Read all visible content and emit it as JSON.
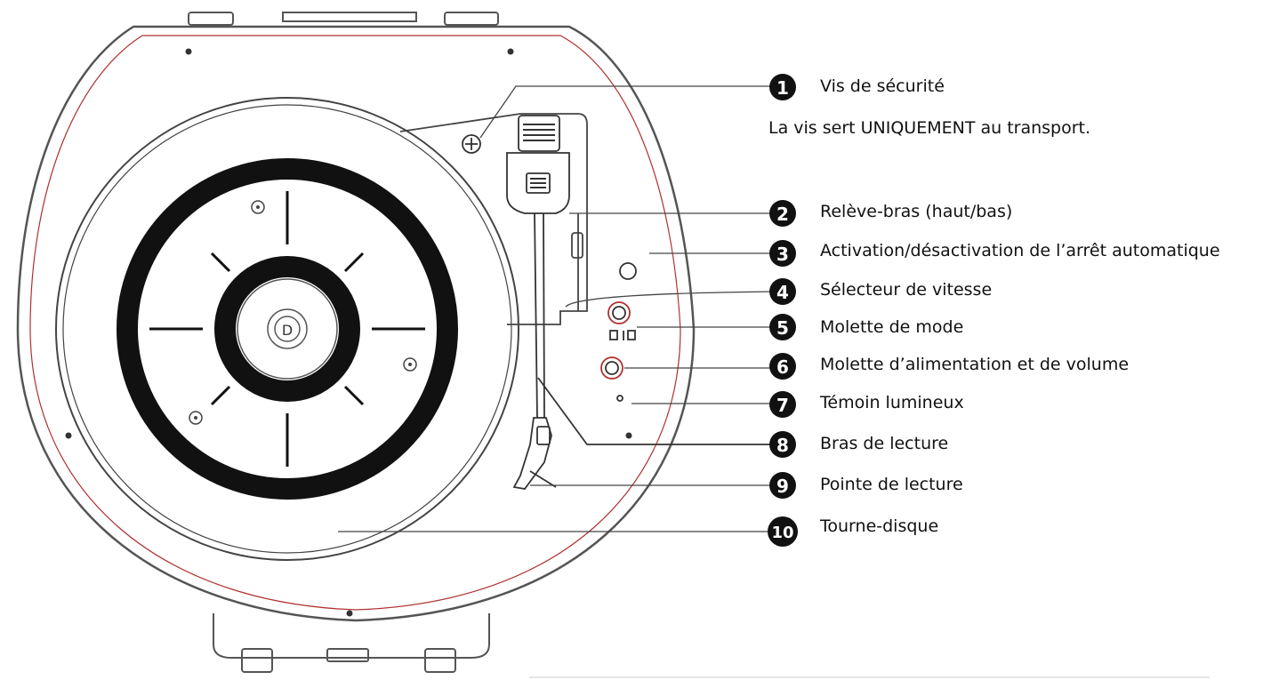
{
  "labels": [
    {
      "num": "1",
      "text": "Vis de sécurité"
    },
    {
      "num": "2",
      "text": "Relève-bras (haut/bas)"
    },
    {
      "num": "3",
      "text": "Activation/désactivation de l’arrêt automatique"
    },
    {
      "num": "4",
      "text": "Sélecteur de vitesse"
    },
    {
      "num": "5",
      "text": "Molette de mode"
    },
    {
      "num": "6",
      "text": "Molette d’alimentation et de volume"
    },
    {
      "num": "7",
      "text": "Témoin lumineux"
    },
    {
      "num": "8",
      "text": "Bras de lecture"
    },
    {
      "num": "9",
      "text": "Pointe de lecture"
    },
    {
      "num": "10",
      "text": "Tourne-disque"
    }
  ],
  "note": "La vis sert UNIQUEMENT au transport."
}
